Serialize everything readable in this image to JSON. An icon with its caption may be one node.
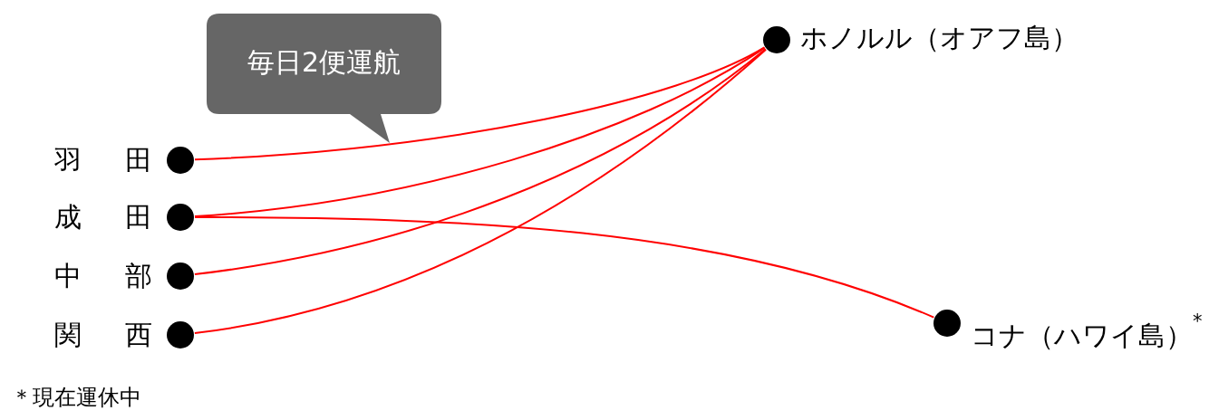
{
  "diagram": {
    "nodes": [
      {
        "text": [
          "ホノルル（オアフ島）"
        ]
      },
      {
        "text": [
          "毎日2便運航"
        ]
      },
      {
        "text": [
          "羽田"
        ]
      },
      {
        "text": [
          "成田"
        ]
      },
      {
        "text": [
          "中部"
        ]
      },
      {
        "text": [
          "関西"
        ]
      },
      {
        "text": [
          "コナ（ハワイ島）$^{*}$"
        ]
      }
    ],
    "edges": [
      {
        "from": 2,
        "to": 0,
        "arrow": "none"
      },
      {
        "from": 3,
        "to": 0,
        "arrow": "none"
      },
      {
        "from": 4,
        "to": 0,
        "arrow": "none"
      },
      {
        "from": 5,
        "to": 0,
        "arrow": "none"
      },
      {
        "from": 3,
        "to": 6,
        "arrow": "none"
      }
    ],
    "labels": [
      "＊現在運休中"
    ]
  }
}
